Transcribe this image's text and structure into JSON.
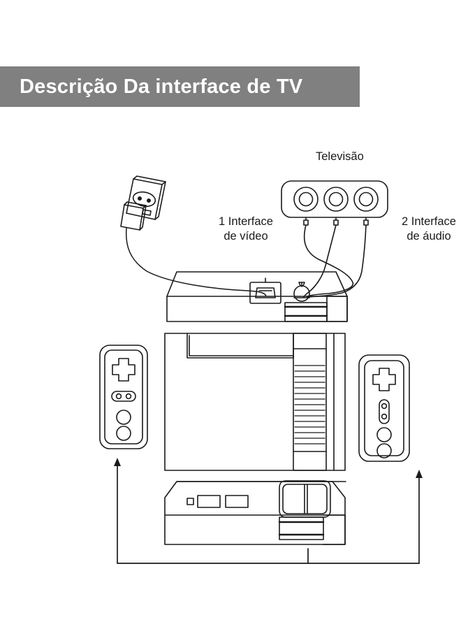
{
  "banner": {
    "title": "Descrição Da interface de TV",
    "background_color": "#808080",
    "text_color": "#ffffff"
  },
  "diagram": {
    "type": "line-art-wiring-diagram",
    "stroke_color": "#1a1a1a",
    "background_color": "#ffffff",
    "labels": {
      "television": "Televisão",
      "video_interface_line1": "1 Interface",
      "video_interface_line2": "de vídeo",
      "audio_interface_line1": "2 Interface",
      "audio_interface_line2": "de áudio"
    },
    "components": {
      "wall_socket": "wall-power-socket-with-plug",
      "tv_jack_panel": "television-av-input-panel",
      "tv_jack_count": 3,
      "console_rear": "console-rear-view",
      "console_top": "console-top-view",
      "console_front": "console-front-view",
      "controller_left": "gamepad-controller-left",
      "controller_right": "gamepad-controller-right",
      "power_cable": "power-cable",
      "av_cable_count": 3
    }
  }
}
